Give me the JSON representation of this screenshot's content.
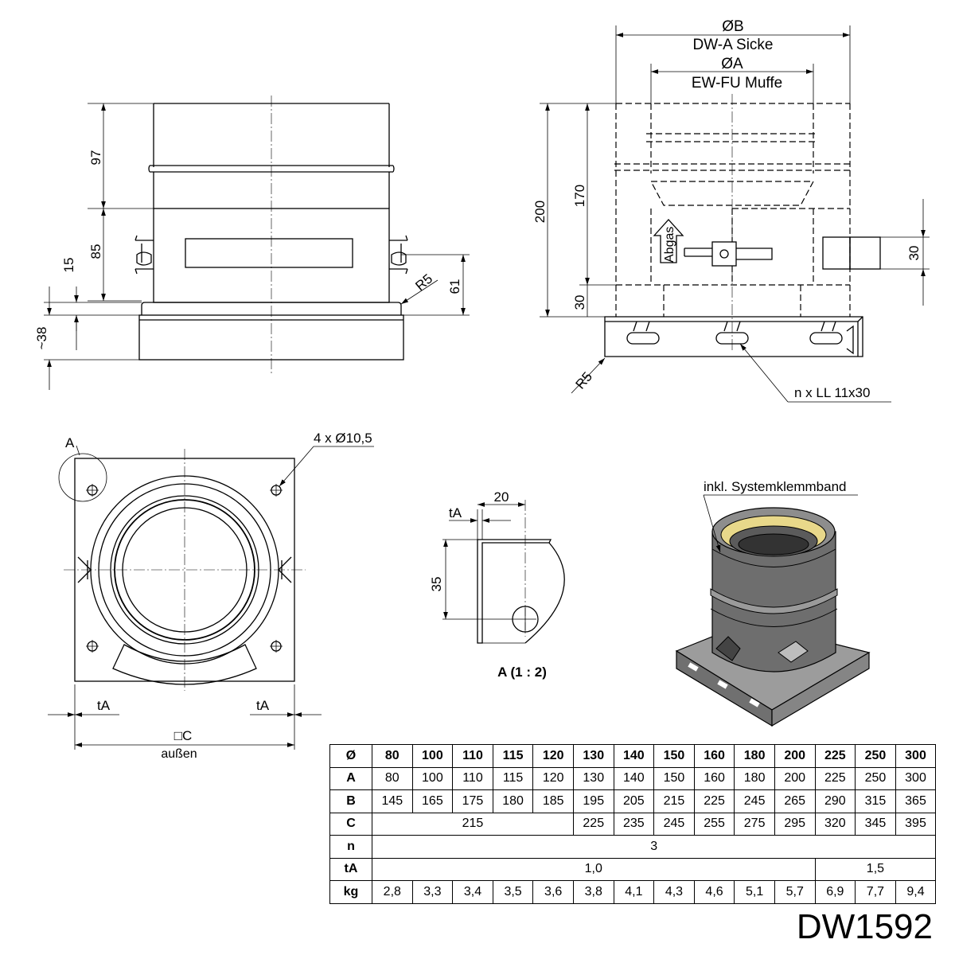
{
  "front_view": {
    "dims": {
      "top": "97",
      "middle": "85",
      "collar": "15",
      "plate": "~38",
      "radius": "R5",
      "height": "61"
    }
  },
  "side_view": {
    "dia_b": "ØB",
    "dia_b_label": "DW-A Sicke",
    "dia_a": "ØA",
    "dia_a_label": "EW-FU Muffe",
    "dims": {
      "total": "200",
      "upper": "170",
      "lower": "30",
      "side_port": "30",
      "radius": "R5"
    },
    "arrow_label": "Abgas",
    "slot_label": "n x LL 11x30"
  },
  "plan_view": {
    "detail_marker": "A",
    "holes_label": "4 x Ø10,5",
    "ta_left": "tA",
    "ta_right": "tA",
    "width_label": "□C",
    "width_sub": "außen"
  },
  "detail_view": {
    "ta": "tA",
    "width": "20",
    "height": "35",
    "caption": "A (1 : 2)"
  },
  "iso_view": {
    "label": "inkl. Systemklemmband"
  },
  "spec_table": {
    "headers": [
      "Ø",
      "80",
      "100",
      "110",
      "115",
      "120",
      "130",
      "140",
      "150",
      "160",
      "180",
      "200",
      "225",
      "250",
      "300"
    ],
    "rows": [
      {
        "key": "A",
        "cells": [
          {
            "v": "80"
          },
          {
            "v": "100"
          },
          {
            "v": "110"
          },
          {
            "v": "115"
          },
          {
            "v": "120"
          },
          {
            "v": "130"
          },
          {
            "v": "140"
          },
          {
            "v": "150"
          },
          {
            "v": "160"
          },
          {
            "v": "180"
          },
          {
            "v": "200"
          },
          {
            "v": "225"
          },
          {
            "v": "250"
          },
          {
            "v": "300"
          }
        ]
      },
      {
        "key": "B",
        "cells": [
          {
            "v": "145"
          },
          {
            "v": "165"
          },
          {
            "v": "175"
          },
          {
            "v": "180"
          },
          {
            "v": "185"
          },
          {
            "v": "195"
          },
          {
            "v": "205"
          },
          {
            "v": "215"
          },
          {
            "v": "225"
          },
          {
            "v": "245"
          },
          {
            "v": "265"
          },
          {
            "v": "290"
          },
          {
            "v": "315"
          },
          {
            "v": "365"
          }
        ]
      },
      {
        "key": "C",
        "cells": [
          {
            "v": "215",
            "span": 5
          },
          {
            "v": "225"
          },
          {
            "v": "235"
          },
          {
            "v": "245"
          },
          {
            "v": "255"
          },
          {
            "v": "275"
          },
          {
            "v": "295"
          },
          {
            "v": "320"
          },
          {
            "v": "345"
          },
          {
            "v": "395"
          }
        ]
      },
      {
        "key": "n",
        "cells": [
          {
            "v": "3",
            "span": 14
          }
        ]
      },
      {
        "key": "tA",
        "cells": [
          {
            "v": "1,0",
            "span": 11
          },
          {
            "v": "1,5",
            "span": 3
          }
        ]
      },
      {
        "key": "kg",
        "cells": [
          {
            "v": "2,8"
          },
          {
            "v": "3,3"
          },
          {
            "v": "3,4"
          },
          {
            "v": "3,5"
          },
          {
            "v": "3,6"
          },
          {
            "v": "3,8"
          },
          {
            "v": "4,1"
          },
          {
            "v": "4,3"
          },
          {
            "v": "4,6"
          },
          {
            "v": "5,1"
          },
          {
            "v": "5,7"
          },
          {
            "v": "6,9"
          },
          {
            "v": "7,7"
          },
          {
            "v": "9,4"
          }
        ]
      }
    ]
  },
  "model_code": "DW1592"
}
